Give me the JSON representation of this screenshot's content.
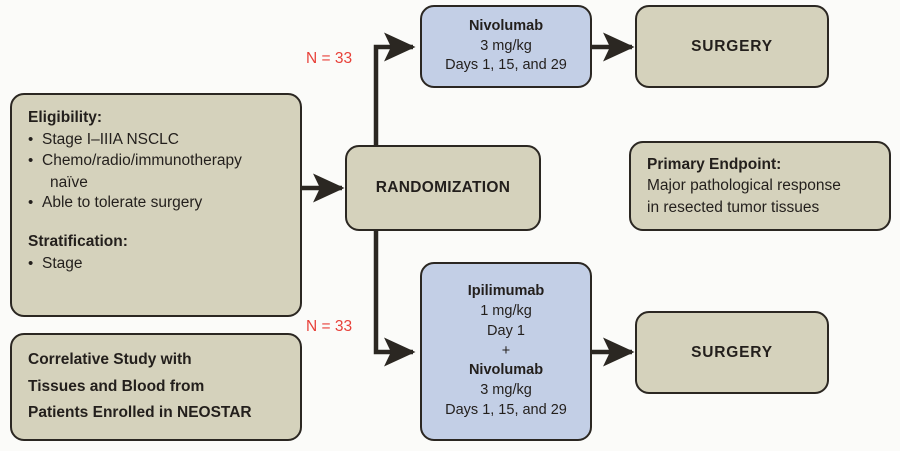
{
  "diagram": {
    "title": "NEOSTAR neoadjuvant trial schema",
    "colors": {
      "tan_fill": "#d5d2bc",
      "blue_fill": "#c3cfe6",
      "outline": "#2b2722",
      "red_label": "#e8413a",
      "background": "#fbfbf9"
    }
  },
  "eligibility": {
    "heading": "Eligibility:",
    "bullets": [
      "Stage I–IIIA NSCLC",
      "Chemo/radio/immunotherapy",
      "Able to tolerate surgery"
    ],
    "continuation": "naïve",
    "strat_heading": "Stratification:",
    "strat_bullets": [
      "Stage"
    ]
  },
  "correlative": {
    "lines": [
      "Correlative Study with",
      "Tissues and Blood from",
      "Patients Enrolled in NEOSTAR"
    ]
  },
  "randomization": {
    "label": "RANDOMIZATION"
  },
  "arms": {
    "top_n_label": "N = 33",
    "bottom_n_label": "N = 33",
    "arm_a": {
      "lines": [
        {
          "text": "Nivolumab",
          "bold": true
        },
        {
          "text": "3 mg/kg",
          "bold": false
        },
        {
          "text": "Days 1, 15, and 29",
          "bold": false
        }
      ]
    },
    "arm_b": {
      "lines": [
        {
          "text": "Ipilimumab",
          "bold": true
        },
        {
          "text": "1 mg/kg",
          "bold": false
        },
        {
          "text": "Day 1",
          "bold": false
        },
        {
          "text": "+",
          "bold": false
        },
        {
          "text": "Nivolumab",
          "bold": true
        },
        {
          "text": "3 mg/kg",
          "bold": false
        },
        {
          "text": "Days 1, 15, and 29",
          "bold": false
        }
      ]
    }
  },
  "surgery": {
    "top_label": "SURGERY",
    "bottom_label": "SURGERY"
  },
  "endpoint": {
    "heading": "Primary Endpoint:",
    "line1": "Major pathological response",
    "line2": "in resected tumor tissues"
  }
}
